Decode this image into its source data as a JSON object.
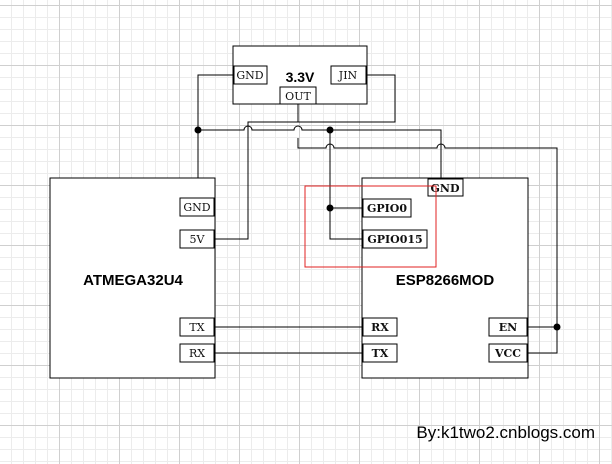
{
  "regulator": {
    "label": "3.3V",
    "pins": {
      "gnd": "GND",
      "jin": "JIN",
      "out": "OUT"
    }
  },
  "mcu": {
    "label": "ATMEGA32U4",
    "pins": {
      "gnd": "GND",
      "v5": "5V",
      "tx": "TX",
      "rx": "RX"
    }
  },
  "wifi": {
    "label": "ESP8266MOD",
    "pins": {
      "gnd": "GND",
      "gpio0": "GPIO0",
      "gpio15": "GPIO015",
      "rx": "RX",
      "tx": "TX",
      "en": "EN",
      "vcc": "VCC"
    }
  },
  "highlight_color": "#e02020",
  "credit": "By:k1two2.cnblogs.com"
}
